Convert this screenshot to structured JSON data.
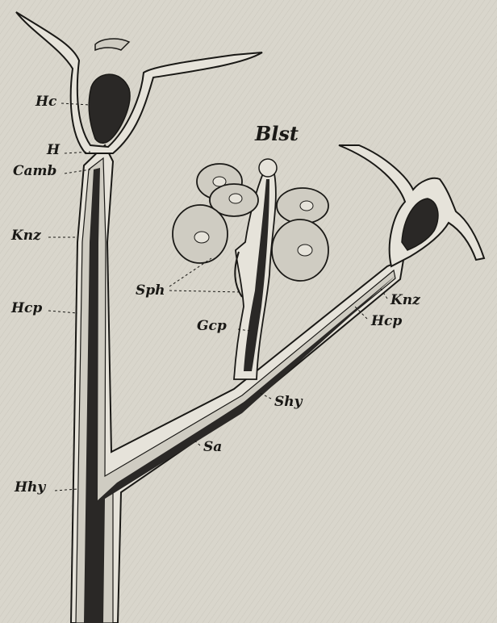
{
  "figure": {
    "colors": {
      "paper": "#d9d6cc",
      "ink": "#1a1916",
      "tissue": "#cfccc2",
      "lumen": "#2a2826",
      "band": "#e6e3da"
    },
    "labels": {
      "hc": "Hc",
      "h": "H",
      "camb": "Camb",
      "knz_left": "Knz",
      "hcp_left": "Hcp",
      "hhy": "Hhy",
      "blst": "Blst",
      "sph": "Sph",
      "gcp": "Gcp",
      "knz_right": "Knz",
      "hcp_right": "Hcp",
      "shy": "Shy",
      "sa": "Sa"
    }
  }
}
